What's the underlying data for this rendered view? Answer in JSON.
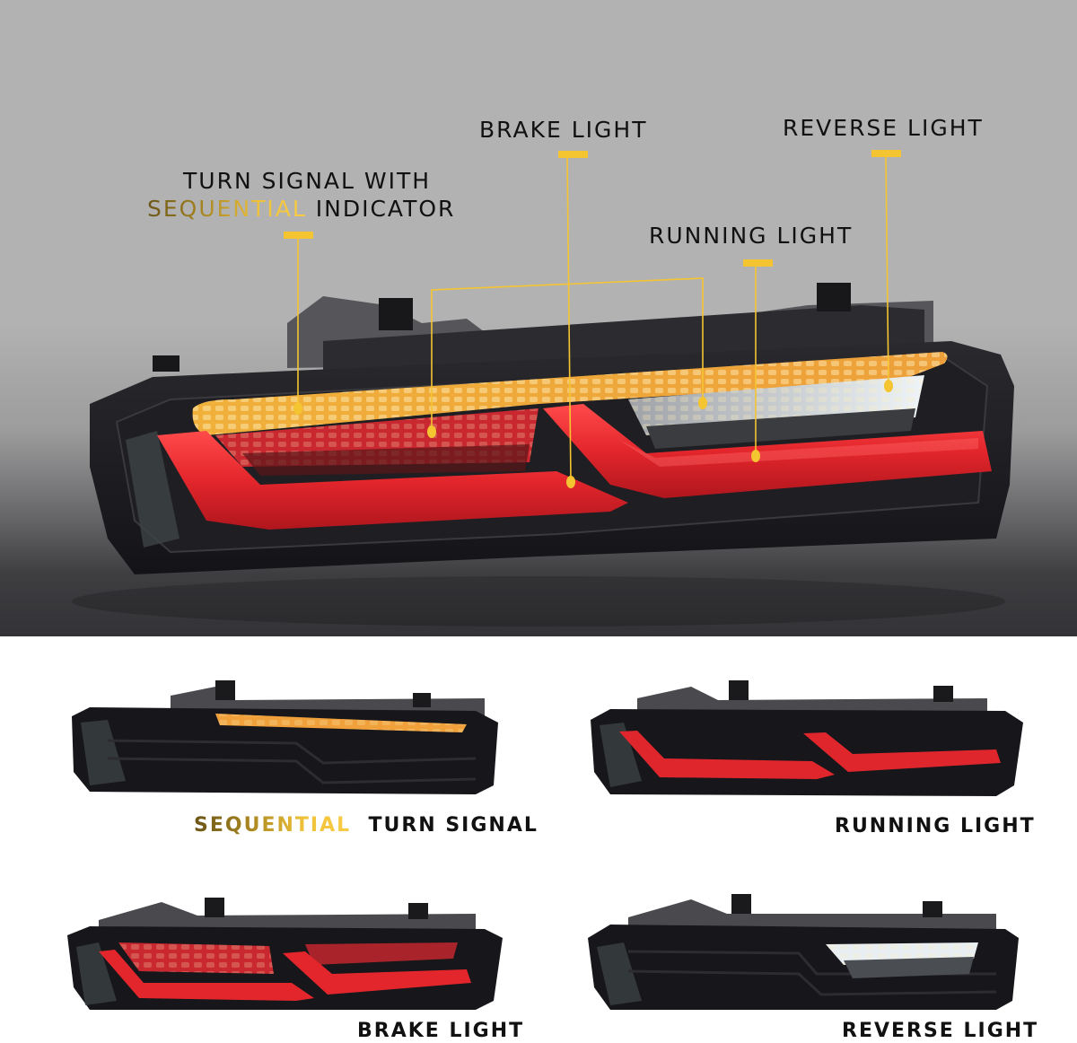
{
  "hero": {
    "subject": "LED tail light assembly (smoked lens)",
    "callouts": [
      {
        "id": "turn-signal",
        "line1": "TURN SIGNAL WITH",
        "line2_highlight": "SEQUENTIAL",
        "line2_rest": " INDICATOR"
      },
      {
        "id": "brake-light",
        "label": "BRAKE LIGHT"
      },
      {
        "id": "running-light",
        "label": "RUNNING LIGHT"
      },
      {
        "id": "reverse-light",
        "label": "REVERSE LIGHT"
      }
    ]
  },
  "panels": [
    {
      "id": "sequential-turn-signal",
      "caption_highlight": "SEQUENTIAL",
      "caption_rest": "TURN SIGNAL",
      "lit": "amber"
    },
    {
      "id": "running-light",
      "caption": "RUNNING LIGHT",
      "lit": "red-bar"
    },
    {
      "id": "brake-light",
      "caption": "BRAKE LIGHT",
      "lit": "red-full"
    },
    {
      "id": "reverse-light",
      "caption": "REVERSE LIGHT",
      "lit": "white"
    }
  ],
  "colors": {
    "hero_bg": "#b2b2b2",
    "callout_gold": "#f5c431",
    "amber_led": "#f3a92c",
    "red_led": "#e3262c",
    "white_led": "#e8eef2",
    "housing": "#1d1c20"
  }
}
